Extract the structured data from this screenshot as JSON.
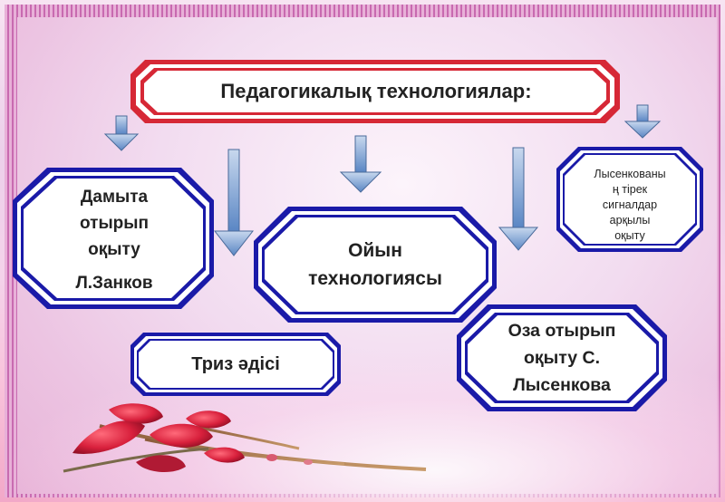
{
  "diagram": {
    "title": "Педагогикалық технологиялар:",
    "nodes": {
      "damyta": {
        "line1": "Дамыта",
        "line2": "отырып",
        "line3": "оқыту",
        "author": "Л.Занков"
      },
      "oiyn": {
        "line1": "Ойын",
        "line2": "технологиясы"
      },
      "lysenko_sig": {
        "line1": "Лысенкованы",
        "line2": "ң тірек",
        "line3": "сигналдар",
        "line4": "арқылы",
        "line5": "оқыту"
      },
      "triz": {
        "label": "Триз әдісі"
      },
      "oza": {
        "line1": "Оза отырып",
        "line2": "оқыту С.",
        "line3": "Лысенкова"
      }
    }
  }
}
